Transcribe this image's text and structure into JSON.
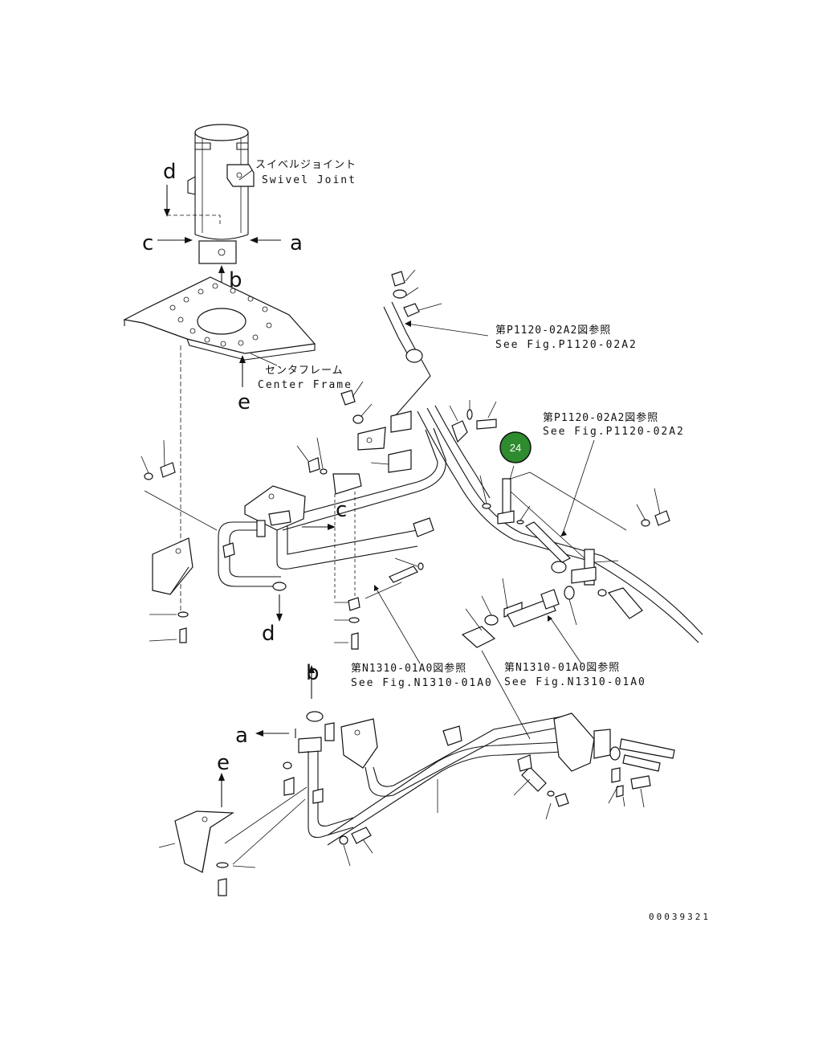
{
  "callouts": {
    "swivel_joint": {
      "jp": "スイベルジョイント",
      "en": "Swivel Joint"
    },
    "center_frame": {
      "jp": "センタフレーム",
      "en": "Center Frame"
    },
    "ref_upper": {
      "jp": "第P1120-02A2図参照",
      "en": "See Fig.P1120-02A2"
    },
    "ref_right": {
      "jp": "第P1120-02A2図参照",
      "en": "See Fig.P1120-02A2"
    },
    "ref_mid_left": {
      "jp": "第N1310-01A0図参照",
      "en": "See Fig.N1310-01A0"
    },
    "ref_mid_right": {
      "jp": "第N1310-01A0図参照",
      "en": "See Fig.N1310-01A0"
    }
  },
  "port_letters": {
    "d_top": "d",
    "c_left": "c",
    "a_right": "a",
    "b_top": "b",
    "e_top": "e",
    "c_mid": "c",
    "d_mid": "d",
    "b_bottom": "b",
    "a_bottom": "a",
    "e_bottom": "e"
  },
  "marker": {
    "label": "24",
    "color": "#2e8b2e"
  },
  "drawing_number": "00039321"
}
